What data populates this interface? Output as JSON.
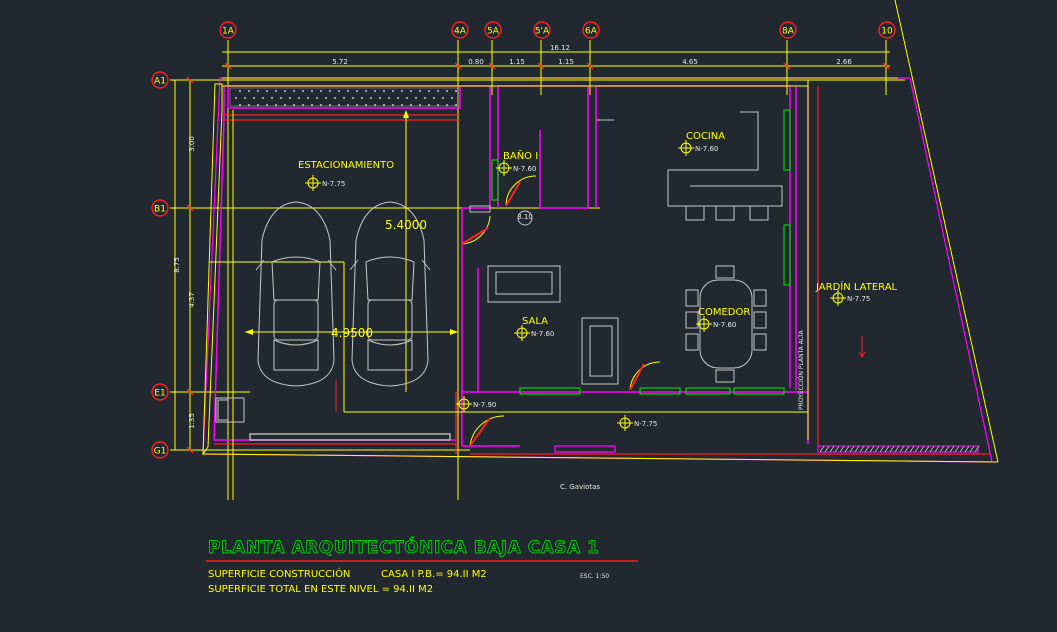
{
  "colors": {
    "background": "#212830",
    "axis": "#ffff00",
    "wall": "#ff00ff",
    "red": "#ff2020",
    "green": "#00c800",
    "white": "#e8e8e8",
    "cyan": "#00ffff",
    "title": "#00d000"
  },
  "grid": {
    "columns": [
      "1A",
      "4A",
      "5A",
      "5'A",
      "6A",
      "8A",
      "10"
    ],
    "rows": [
      "A1",
      "B1",
      "E1",
      "G1"
    ]
  },
  "dimensions": {
    "total": "16.12",
    "top": [
      "5.72",
      "0.80",
      "1.15",
      "1.15",
      "4.65",
      "2.66"
    ],
    "left": [
      "3.00",
      "8.75",
      "4.37",
      "1.35"
    ],
    "bath_width": "3.10",
    "garage_depth": "5.4000",
    "garage_width": "4.9500"
  },
  "rooms": {
    "estacionamiento": "ESTACIONAMIENTO",
    "bano": "BAÑO I",
    "cocina": "COCINA",
    "sala": "SALA",
    "comedor": "COMEDOR",
    "jardin": "JARDÍN LATERAL"
  },
  "levels": {
    "estacionamiento": "N-7.75",
    "bano": "N-7.60",
    "cocina": "N-7.60",
    "sala": "N-7.60",
    "comedor": "N-7.60",
    "jardin": "N-7.75",
    "access": "N-7.90",
    "patio": "N-7.75"
  },
  "notes": {
    "projection": "PROYECCIÓN PLANTA ALTA",
    "street": "C. Gaviotas"
  },
  "footer": {
    "title": "PLANTA ARQUITECTÓNICA BAJA CASA 1",
    "line1_label": "SUPERFICIE CONSTRUCCIÓN",
    "line1_value": "CASA I P.B.= 94.II M2",
    "line2": "SUPERFICIE TOTAL EN ESTE NIVEL = 94.II M2",
    "scale": "ESC. 1:50"
  }
}
